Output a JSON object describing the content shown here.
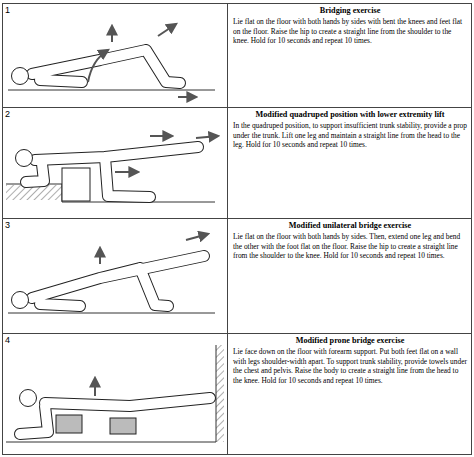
{
  "diagram": {
    "nodes": [
      {
        "text": [
          "Bridging exercise",
          "Lie flat on the floor with both hands by sides with bent the knees and feet flat on the floor. Raise the hip to create a straight line from the shoulder to the knee. Hold for 10 seconds and repeat 10 times."
        ]
      },
      {
        "text": [
          "Modified quadruped position with lower extremity lift",
          "In the quadruped position, to support insufficient trunk stability, provide a prop under the trunk. Lift one leg and maintain a straight line from the head to the leg. Hold for 10 seconds and repeat 10 times."
        ]
      },
      {
        "text": [
          "Modified unilateral bridge exercise",
          "Lie flat on the floor with both hands by sides. Then, extend one leg and bend the other with the foot flat on the floor. Raise the hip to create a straight line from the shoulder to the knee. Hold for 10 seconds and repeat 10 times."
        ]
      },
      {
        "text": [
          "Modified prone bridge exercise",
          "Lie face down on the floor with forearm support. Put both feet flat on a wall with legs shoulder-width apart. To support trunk stability, provide towels under the chest and pelvis. Raise the body to create a straight line from the head to the knee. Hold for 10 seconds and repeat 10 times."
        ]
      }
    ],
    "labels": [
      "1",
      "2",
      "3",
      "4"
    ]
  }
}
